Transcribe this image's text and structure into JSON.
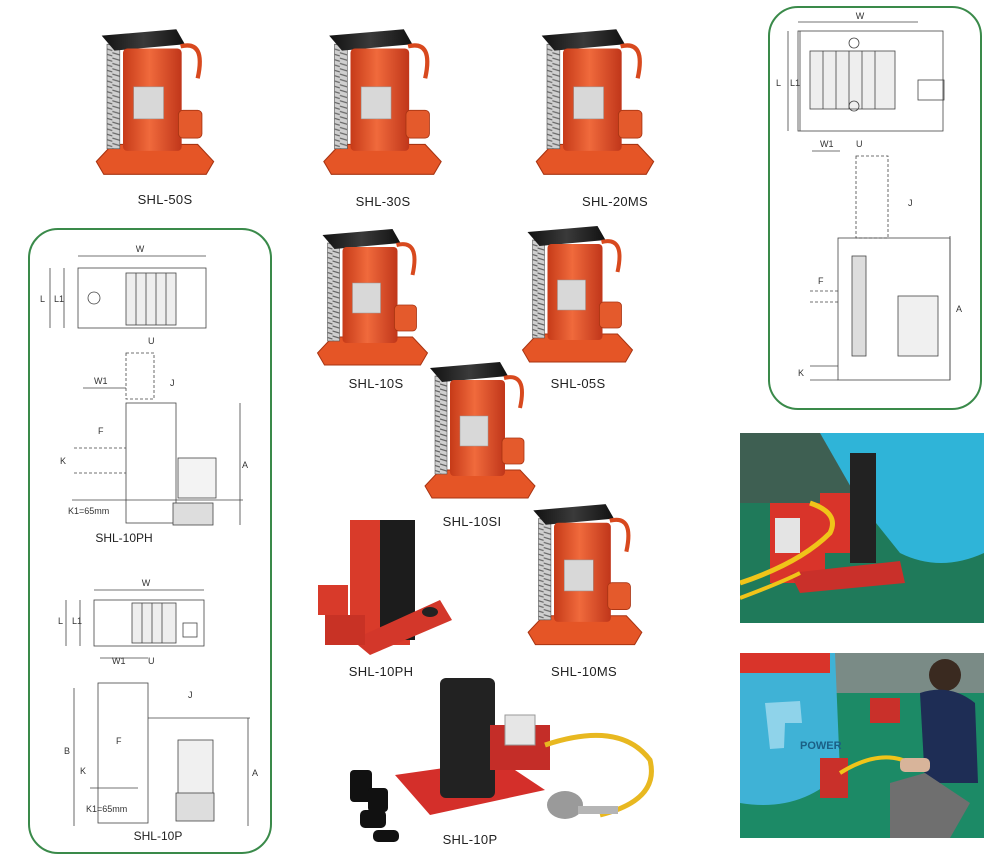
{
  "products": [
    {
      "model": "SHL-50S"
    },
    {
      "model": "SHL-30S"
    },
    {
      "model": "SHL-20MS"
    },
    {
      "model": "SHL-10S"
    },
    {
      "model": "SHL-05S"
    },
    {
      "model": "SHL-10SI"
    },
    {
      "model": "SHL-10PH"
    },
    {
      "model": "SHL-10MS"
    },
    {
      "model": "SHL-10P"
    }
  ],
  "diagram_left_top": {
    "caption": "SHL-10PH",
    "labels": {
      "w": "W",
      "l": "L",
      "l1": "L1",
      "u": "U",
      "w1": "W1",
      "j": "J",
      "f": "F",
      "k": "K",
      "a": "A",
      "k1": "K1=65mm"
    }
  },
  "diagram_left_bottom": {
    "caption": "SHL-10P",
    "labels": {
      "w": "W",
      "l": "L",
      "l1": "L1",
      "w1": "W1",
      "u": "U",
      "j": "J",
      "b": "B",
      "f": "F",
      "k": "K",
      "a": "A",
      "k1": "K1=65mm"
    }
  },
  "diagram_right": {
    "labels": {
      "w": "W",
      "l": "L",
      "l1": "L1",
      "w1": "W1",
      "u": "U",
      "j": "J",
      "f": "F",
      "a": "A",
      "k": "K"
    }
  },
  "photos": [
    {
      "text": ""
    },
    {
      "text": "POWER"
    }
  ],
  "colors": {
    "panel_border": "#3a8a4a",
    "jack_red": "#e8502a",
    "jack_black": "#1e1e1e",
    "floor_green": "#1f7a5a",
    "machine_blue": "#2fb4d8"
  }
}
